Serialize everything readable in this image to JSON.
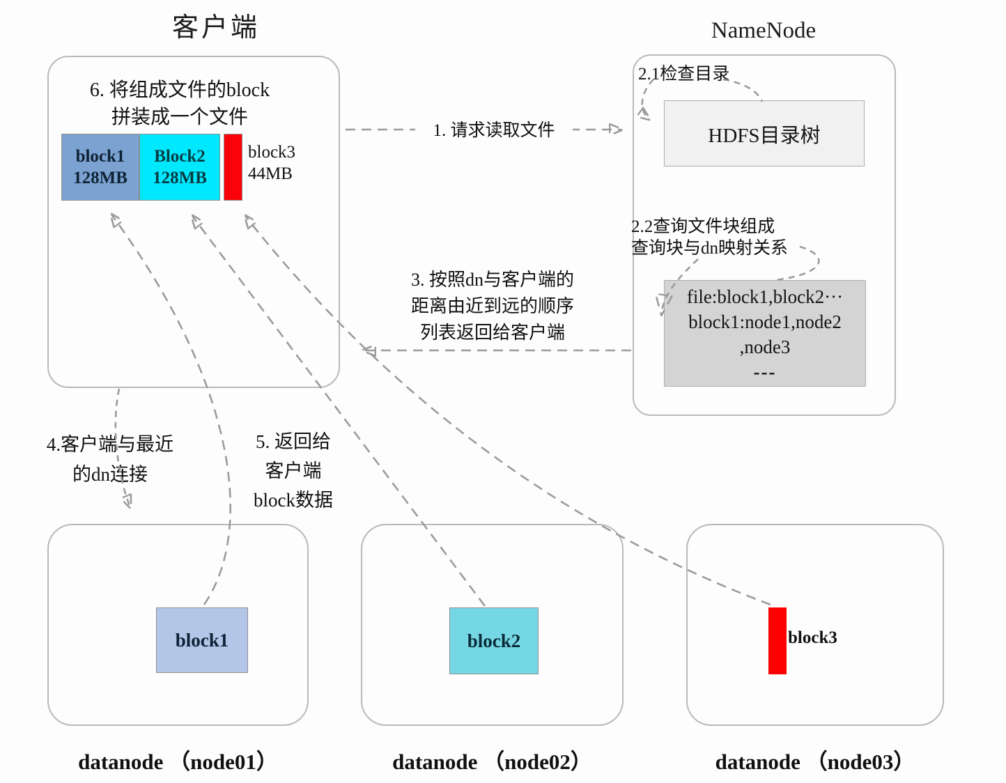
{
  "client": {
    "title": "客户端",
    "note": [
      "6. 将组成文件的block",
      "拼装成一个文件"
    ],
    "blocks": [
      {
        "label": "block1",
        "size": "128MB",
        "color": "#7ba2d0"
      },
      {
        "label": "Block2",
        "size": "128MB",
        "color": "#00e8fd"
      },
      {
        "label": "",
        "size": "",
        "color": "#fa0207"
      }
    ],
    "block3_caption": {
      "label": "block3",
      "size": "44MB"
    }
  },
  "namenode": {
    "title": "NameNode",
    "step_2_1": "2.1检查目录",
    "hdfs_tree_label": "HDFS目录树",
    "step_2_2": [
      "2.2查询文件块组成",
      "查询块与dn映射关系"
    ],
    "mapping": [
      "file:block1,block2···",
      "block1:node1,node2",
      ",node3",
      "---"
    ]
  },
  "steps": {
    "step1": "1. 请求读取文件",
    "step3": [
      "3. 按照dn与客户端的",
      "距离由近到远的顺序",
      "列表返回给客户端"
    ],
    "step4": [
      "4.客户端与最近",
      "的dn连接"
    ],
    "step5": [
      "5. 返回给",
      "客户端",
      "block数据"
    ]
  },
  "datanodes": [
    {
      "name": "datanode （node01）",
      "block_label": "block1",
      "block_color": "#b4c6e7"
    },
    {
      "name": "datanode （node02）",
      "block_label": "block2",
      "block_color": "#76d7e4"
    },
    {
      "name": "datanode （node03）",
      "block_label": "block3",
      "block_color": "#fd0002"
    }
  ],
  "colors": {
    "line": "#9b9b9b",
    "box_border": "#b9b9b9"
  }
}
